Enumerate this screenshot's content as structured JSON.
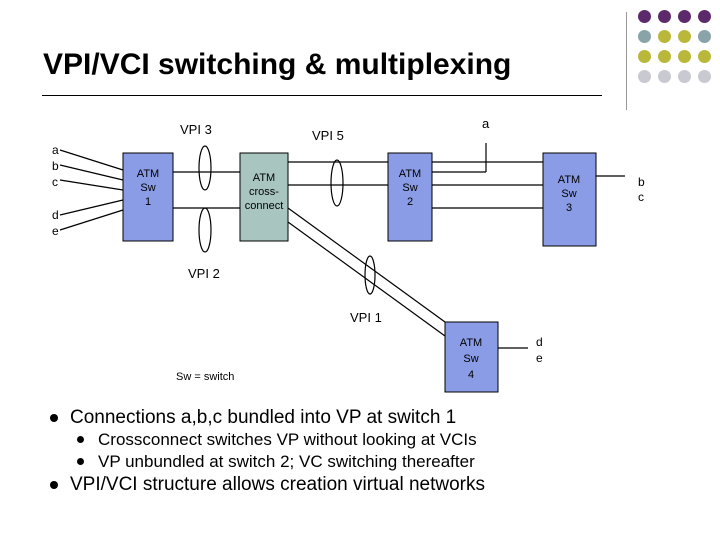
{
  "slide": {
    "title": "VPI/VCI switching & multiplexing"
  },
  "decoration": {
    "dot_colors": [
      "#5c2a6b",
      "#5c2a6b",
      "#5c2a6b",
      "#5c2a6b",
      "#8aa3a8",
      "#b9b83a",
      "#b9b83a",
      "#8aa3a8",
      "#b9b83a",
      "#b9b83a",
      "#b9b83a",
      "#b9b83a",
      "#c9c9d1",
      "#c9c9d1",
      "#c9c9d1",
      "#c9c9d1"
    ]
  },
  "diagram": {
    "switch_fill": "#8b9ce6",
    "crossconnect_fill": "#a9c5c0",
    "labels": {
      "vpi3": "VPI 3",
      "vpi5": "VPI 5",
      "vpi2": "VPI 2",
      "vpi1": "VPI 1",
      "legend": "Sw = switch",
      "top_a": "a",
      "left_a": "a",
      "left_b": "b",
      "left_c": "c",
      "left_d": "d",
      "left_e": "e",
      "right_b": "b",
      "right_c": "c",
      "right_d": "d",
      "right_e": "e"
    },
    "nodes": {
      "sw1": [
        "ATM",
        "Sw",
        "1"
      ],
      "cross": [
        "ATM",
        "cross-",
        "connect"
      ],
      "sw2": [
        "ATM",
        "Sw",
        "2"
      ],
      "sw3": [
        "ATM",
        "Sw",
        "3"
      ],
      "sw4": [
        "ATM",
        "Sw",
        "4"
      ]
    }
  },
  "bullets": [
    {
      "text": "Connections a,b,c bundled into VP at switch 1",
      "sub": [
        "Crossconnect switches VP without looking at VCIs",
        "VP unbundled at switch 2;  VC switching thereafter"
      ]
    },
    {
      "text": "VPI/VCI structure allows creation virtual networks",
      "sub": []
    }
  ]
}
